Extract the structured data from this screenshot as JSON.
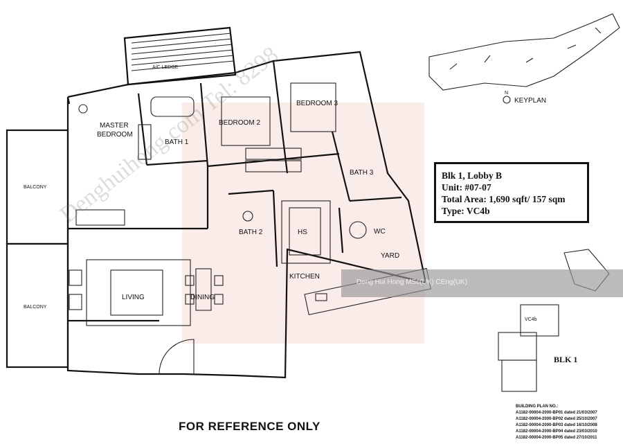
{
  "rooms": {
    "ac_ledge": "A/C LEDGE",
    "master_bedroom_1": "MASTER",
    "master_bedroom_2": "BEDROOM",
    "bath1": "BATH 1",
    "bedroom2": "BEDROOM 2",
    "bedroom3": "BEDROOM 3",
    "balcony_top": "BALCONY",
    "balcony_bottom": "BALCONY",
    "bath3": "BATH 3",
    "bath2": "BATH 2",
    "hs": "HS",
    "wc": "WC",
    "yard": "YARD",
    "kitchen": "KITCHEN",
    "living": "LIVING",
    "dining": "DINING"
  },
  "keyplan": {
    "label": "KEYPLAN",
    "north": "N"
  },
  "block": {
    "label": "BLK 1",
    "unit_tag": "VC4b"
  },
  "info": {
    "line1": "Blk 1, Lobby B",
    "line2": "Unit: #07-07",
    "line3": "Total Area: 1,690 sqft/ 157 sqm",
    "line4": "Type: VC4b"
  },
  "building_plan": {
    "title": "BUILDING PLAN NO.:",
    "entries": [
      "A1182-00004-2000-BP01 dated 21/03/2007",
      "A1182-00004-2000-BP02 dated 25/10/2007",
      "A1182-00004-2000-BP03 dated 16/10/2008",
      "A1182-00004-2000-BP04 dated 23/03/2010",
      "A1182-00004-2000-BP05 dated 27/10/2011"
    ]
  },
  "footer": "FOR REFERENCE ONLY",
  "watermarks": {
    "band": "Deng Hui Hong MSc(UK) CEng(UK)",
    "diagonal": "Denghuihong.com Tel: 8298"
  }
}
